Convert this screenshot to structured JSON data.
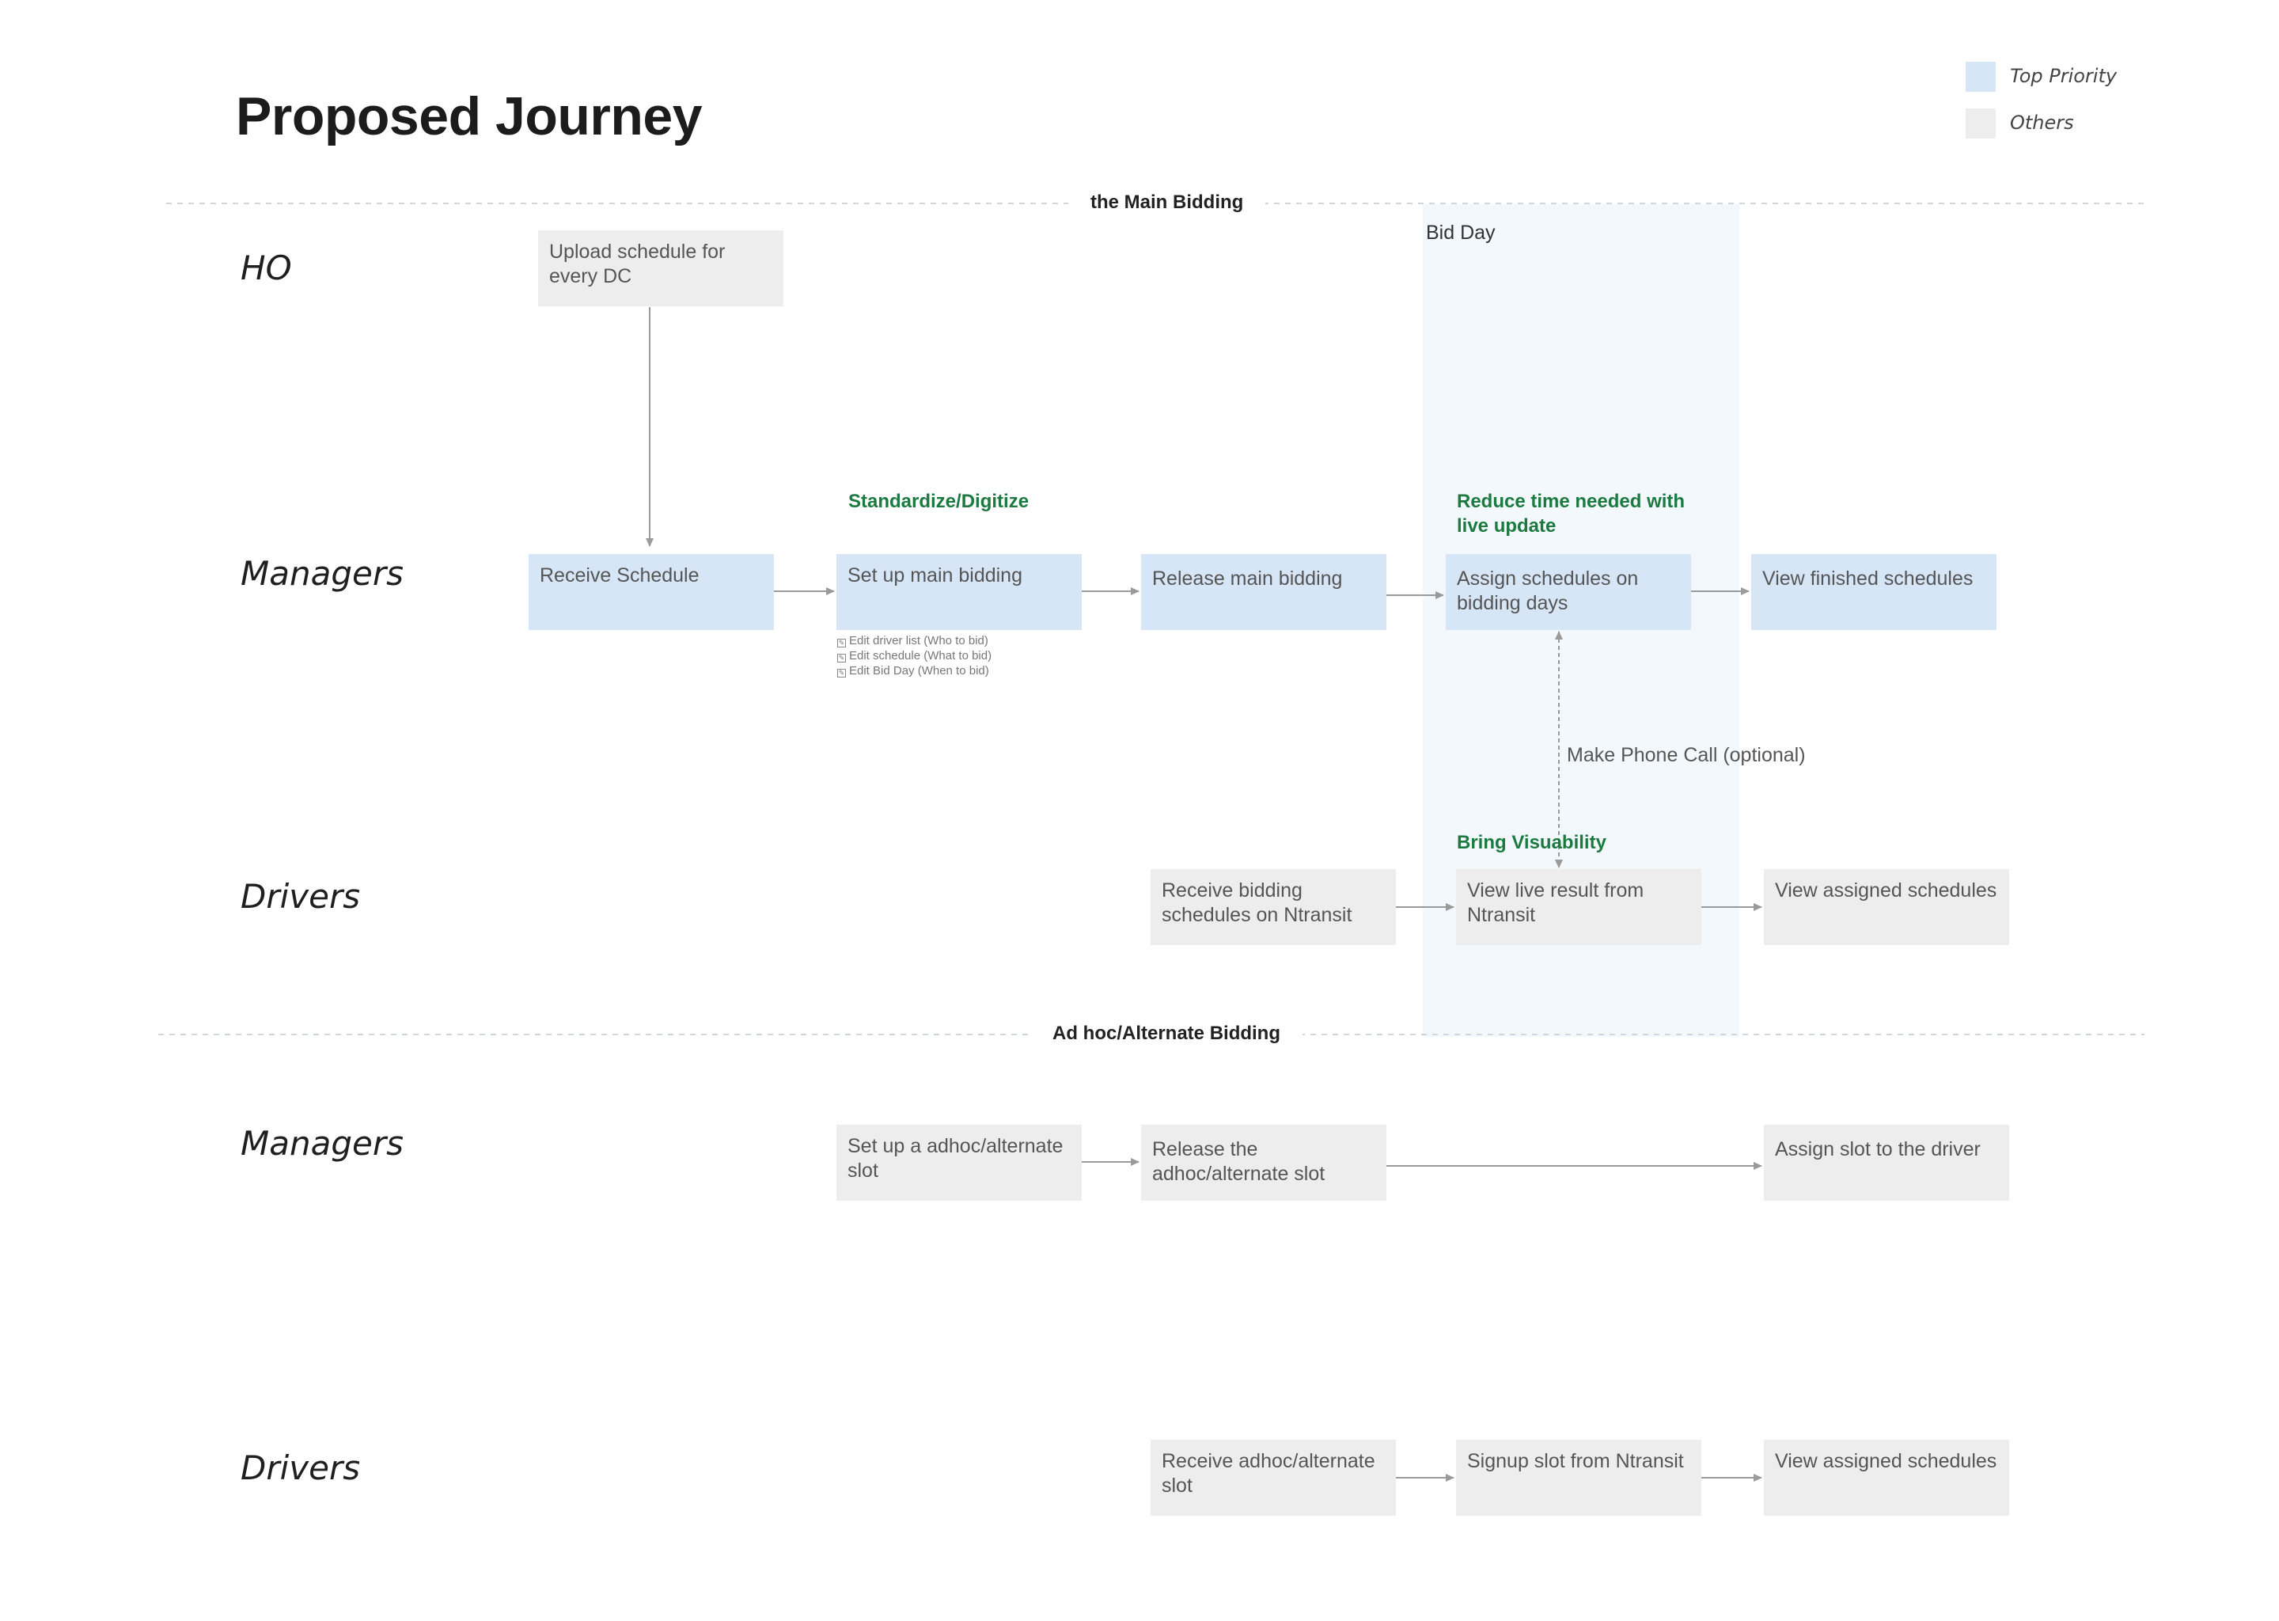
{
  "title": "Proposed Journey",
  "legend": {
    "top_priority_label": "Top Priority",
    "others_label": "Others",
    "top_priority_color": "#d6e6f7",
    "others_color": "#ededed"
  },
  "sections": {
    "main": "the Main Bidding",
    "adhoc": "Ad hoc/Alternate Bidding"
  },
  "bid_day_label": "Bid Day",
  "lanes": {
    "ho": "HO",
    "managers_main": "Managers",
    "drivers_main": "Drivers",
    "managers_adhoc": "Managers",
    "drivers_adhoc": "Drivers"
  },
  "notes": {
    "standardize": "Standardize/Digitize",
    "reduce_time": "Reduce time needed with live update",
    "visibility": "Bring Visuability"
  },
  "edge_label_phone": "Make Phone Call (optional)",
  "setup_subitems": [
    "Edit driver list (Who to bid)",
    "Edit schedule (What to bid)",
    "Edit Bid Day (When to bid)"
  ],
  "steps": {
    "upload_schedule": "Upload schedule for every DC",
    "receive_schedule": "Receive Schedule",
    "setup_main_bidding": "Set up main bidding",
    "release_main_bidding": "Release main bidding",
    "assign_schedules": "Assign schedules on bidding days",
    "view_finished": "View finished schedules",
    "receive_bidding_schedules": "Receive bidding schedules on Ntransit",
    "view_live_result": "View live result from Ntransit",
    "view_assigned_main": "View assigned schedules",
    "setup_adhoc": "Set up a adhoc/alternate slot",
    "release_adhoc": "Release the adhoc/alternate slot",
    "assign_slot": "Assign slot to the driver",
    "receive_adhoc": "Receive adhoc/alternate slot",
    "signup_slot": "Signup slot from Ntransit",
    "view_assigned_adhoc": "View assigned schedules"
  },
  "priority": {
    "top": [
      "receive_schedule",
      "setup_main_bidding",
      "release_main_bidding",
      "assign_schedules",
      "view_finished"
    ]
  },
  "colors": {
    "bid_day_band": "#f3f8fc",
    "note_green": "#1b7a3f",
    "connector": "#999999"
  }
}
